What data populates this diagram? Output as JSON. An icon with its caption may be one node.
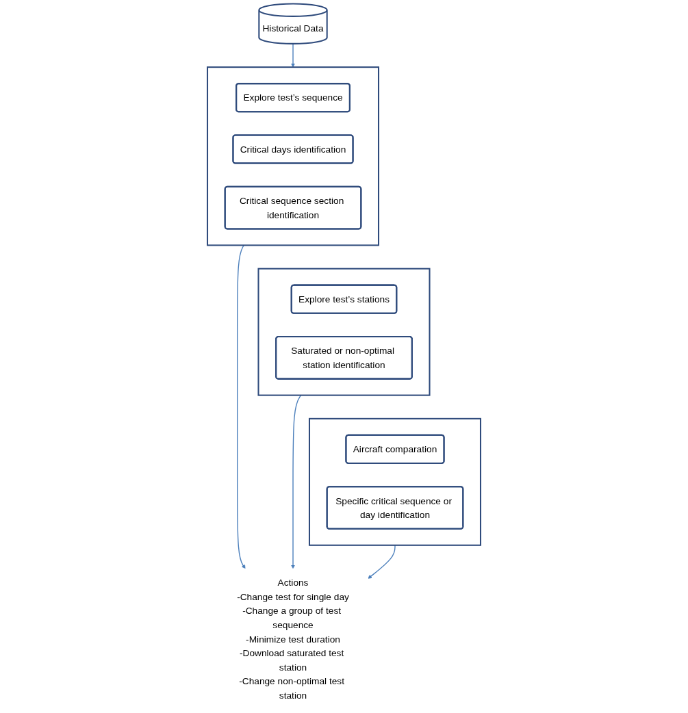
{
  "diagram": {
    "nodes": [
      {
        "text": [
          "Historical Data"
        ]
      },
      {
        "text": [],
        "shape": "box"
      },
      {
        "text": [
          "Explore test’s sequence"
        ],
        "in": 1
      },
      {
        "text": [
          "Critical days identification"
        ],
        "in": 1
      },
      {
        "text": [
          "Critical sequence section identification"
        ],
        "in": 1
      },
      {
        "text": [],
        "shape": "box"
      },
      {
        "text": [
          "Explore test’s stations"
        ],
        "in": 5
      },
      {
        "text": [
          "Saturated or non-optimal station identification"
        ],
        "in": 5
      },
      {
        "text": [],
        "shape": "box"
      },
      {
        "text": [
          "Aircraft comparation"
        ],
        "in": 8
      },
      {
        "text": [
          "Specific critical sequence or day identification"
        ],
        "in": 8
      },
      {
        "text": [
          "Actions",
          "-Change test for single day",
          "-Change a group of test sequence",
          "-Minimize test duration",
          "-Download saturated test station",
          "-Change non-optimal test station"
        ]
      }
    ],
    "edges": [
      {
        "from": 0,
        "to": 1,
        "arrow": "to"
      },
      {
        "from": 1,
        "to": 11,
        "arrow": "to"
      },
      {
        "from": 5,
        "to": 11,
        "arrow": "to"
      },
      {
        "from": 8,
        "to": 11,
        "arrow": "to"
      }
    ]
  }
}
